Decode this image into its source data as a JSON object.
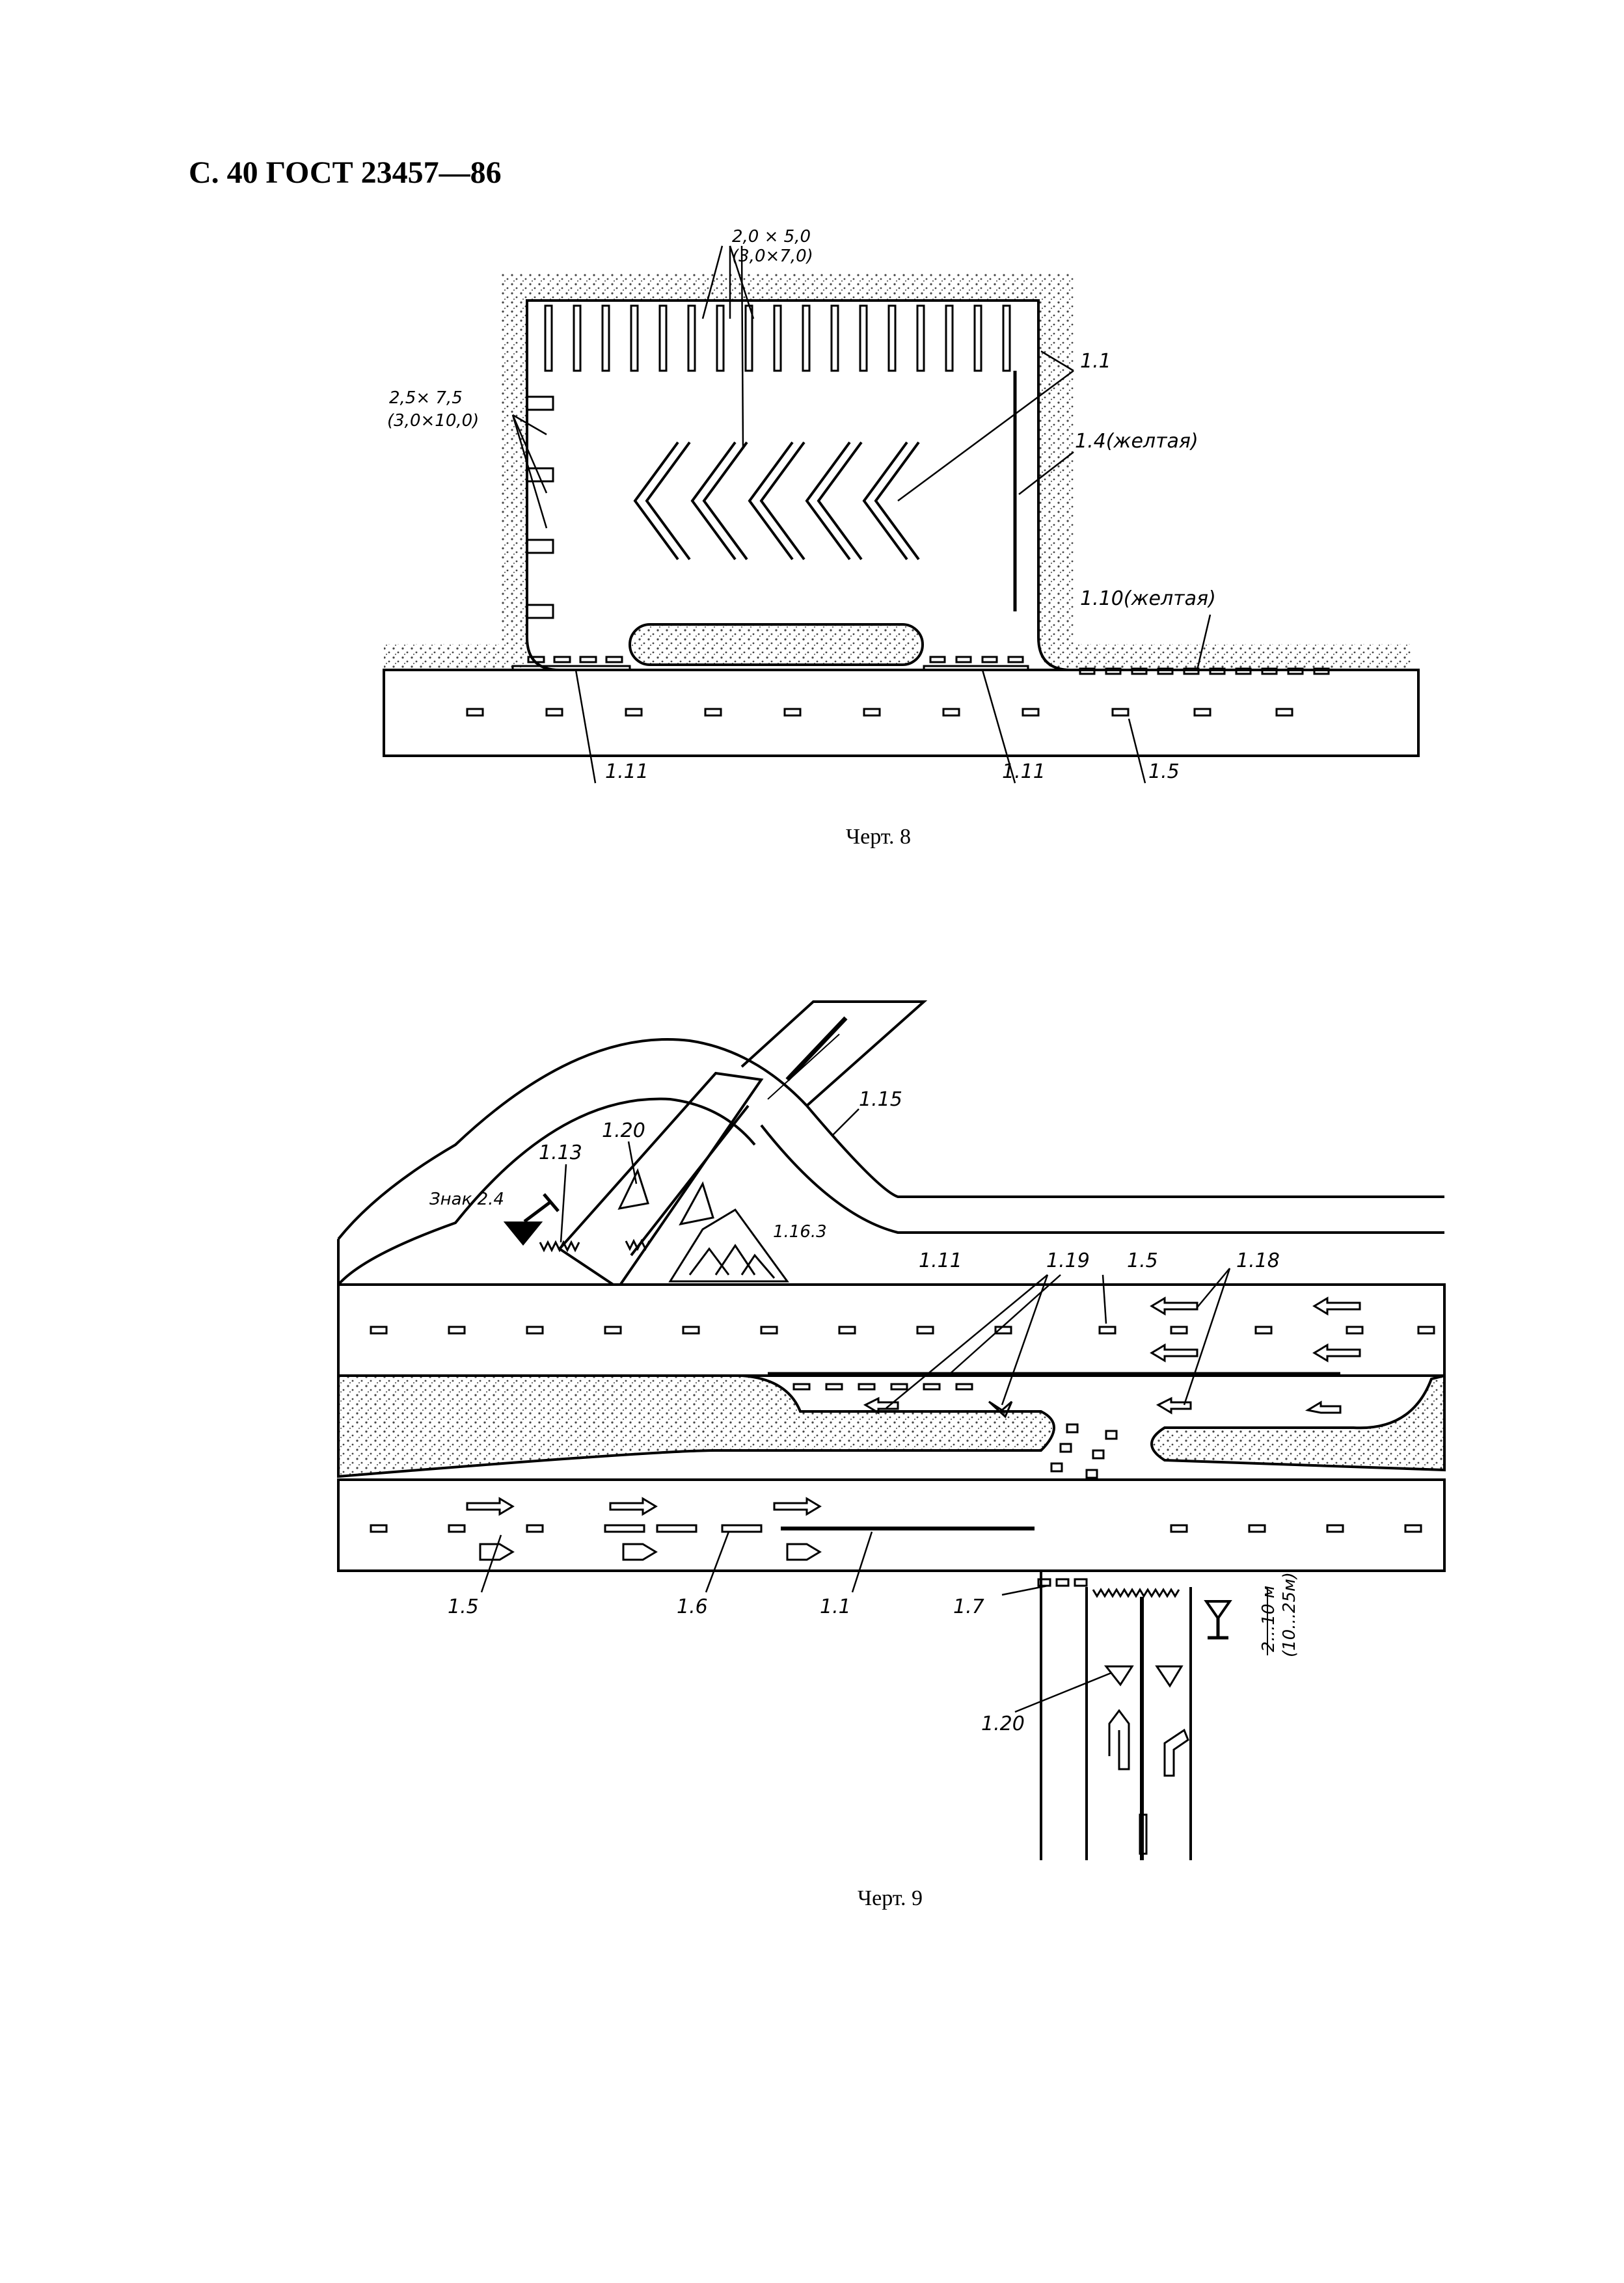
{
  "header": "С. 40 ГОСТ 23457—86",
  "figure8": {
    "caption": "Черт. 8",
    "labels": {
      "dim_top_1": "2,0 × 5,0",
      "dim_top_2": "(3,0×7,0)",
      "dim_left_1": "2,5× 7,5",
      "dim_left_2": "(3,0×10,0)",
      "l_1_1": "1.1",
      "l_1_4": "1.4(желтая)",
      "l_1_10": "1.10(желтая)",
      "l_1_11_a": "1.11",
      "l_1_11_b": "1.11",
      "l_1_5": "1.5"
    }
  },
  "figure9": {
    "caption": "Черт. 9",
    "labels": {
      "l_1_15": "1.15",
      "l_1_20_top": "1.20",
      "l_1_13": "1.13",
      "sign": "Знак 2.4",
      "l_1_16_3": "1.16.3",
      "l_1_11": "1.11",
      "l_1_19": "1.19",
      "l_1_5_top": "1.5",
      "l_1_18": "1.18",
      "l_1_5_bot": "1.5",
      "l_1_6": "1.6",
      "l_1_1": "1.1",
      "l_1_7": "1.7",
      "l_1_20_bot": "1.20",
      "dist_1": "2...10 м",
      "dist_2": "(10...25м)"
    }
  },
  "colors": {
    "ink": "#000000",
    "paper": "#ffffff",
    "stipple": "#555555"
  }
}
